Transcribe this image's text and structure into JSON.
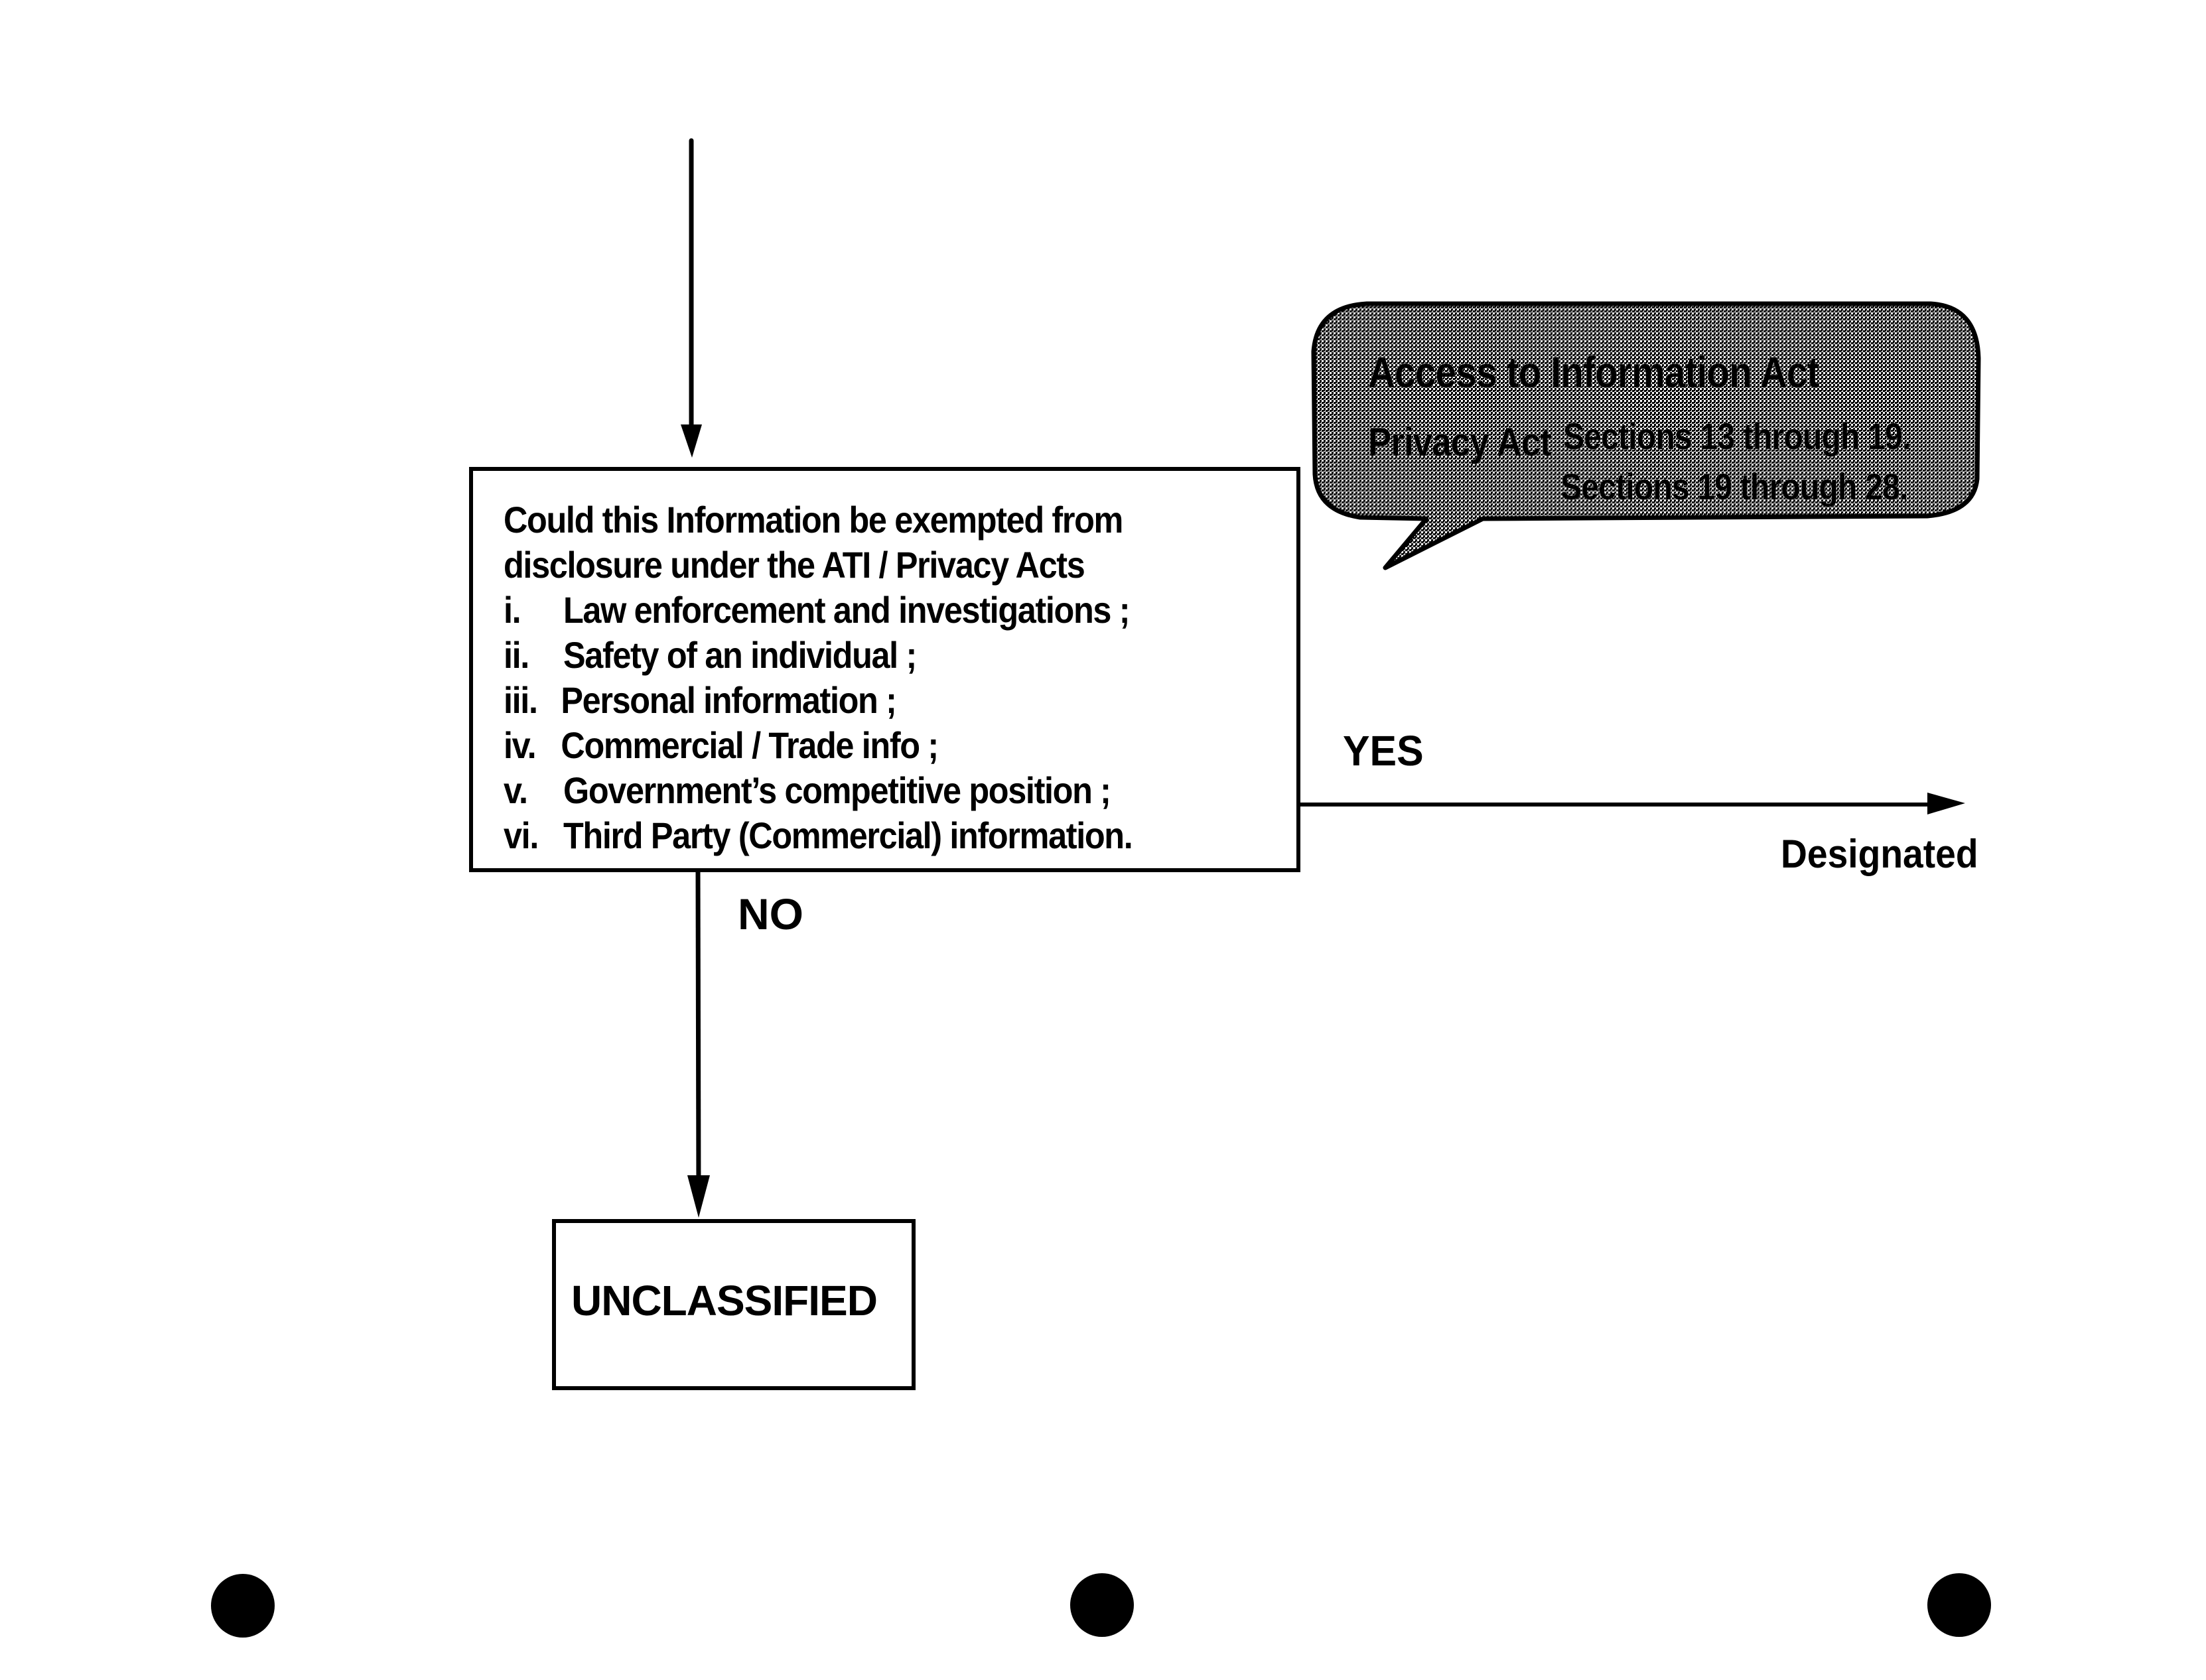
{
  "decision": {
    "question_line1": "Could this Information be exempted from",
    "question_line2": "disclosure under the  ATI / Privacy Acts",
    "items": [
      {
        "num": "i.",
        "text": "Law enforcement and investigations ;"
      },
      {
        "num": "ii.",
        "text": "Safety of an individual ;"
      },
      {
        "num": "iii.",
        "text": "Personal information ;"
      },
      {
        "num": "iv.",
        "text": "Commercial / Trade info ;"
      },
      {
        "num": "v.",
        "text": "Government’s competitive position ;"
      },
      {
        "num": "vi.",
        "text": "Third Party (Commercial) information."
      }
    ]
  },
  "callout": {
    "act1": "Access to Information Act",
    "act1_sections": "Sections 13 through 19.",
    "act2": "Privacy Act",
    "act2_sections": "Sections 19 through 28."
  },
  "branches": {
    "yes_label": "YES",
    "yes_target": "Designated",
    "no_label": "NO",
    "no_target": "UNCLASSIFIED"
  },
  "colors": {
    "ink": "#000000",
    "paper": "#ffffff",
    "callout_fill": "#8a8a8a"
  }
}
